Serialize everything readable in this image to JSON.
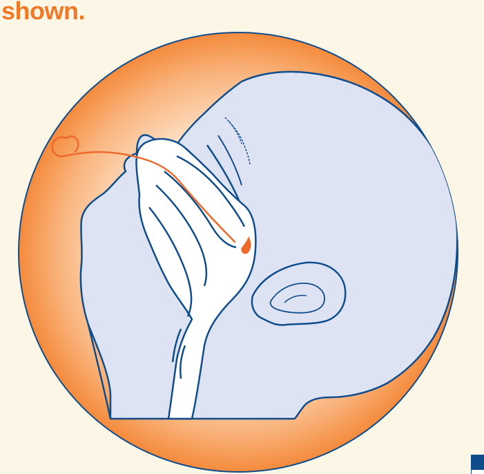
{
  "heading": {
    "text": "shown."
  },
  "colors": {
    "background": "#fbf6e6",
    "heading": "#f07a28",
    "circle_center": "#ffffff",
    "circle_edge": "#f4893a",
    "outline": "#0f4c8c",
    "head_fill": "#dde3f3",
    "airway_fill": "#ffffff",
    "tube": "#ee6a2c"
  },
  "icons": {
    "illustration": "head-profile-with-nasal-tube",
    "corner": "blue-square-corner"
  }
}
